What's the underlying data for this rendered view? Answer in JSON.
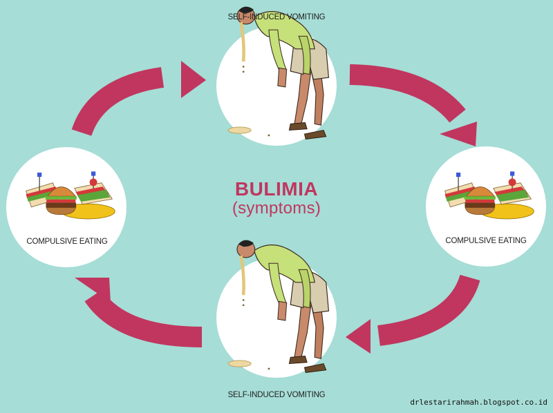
{
  "title": "BULIMIA",
  "subtitle": "(symptoms)",
  "nodes": {
    "top": {
      "label": "SELF-INDUCED VOMITING"
    },
    "right": {
      "label": "COMPULSIVE EATING"
    },
    "bottom": {
      "label": "SELF-INDUCED VOMITING"
    },
    "left": {
      "label": "COMPULSIVE EATING"
    }
  },
  "credit": "drlestarirahmah.blogspot.co.id",
  "colors": {
    "background": "#a6ddd6",
    "arrow": "#c0365f",
    "circle": "#ffffff",
    "title": "#c0365f"
  },
  "icons": {
    "vomiting": "vomiting-man-icon",
    "eating": "burger-sandwich-icon"
  }
}
